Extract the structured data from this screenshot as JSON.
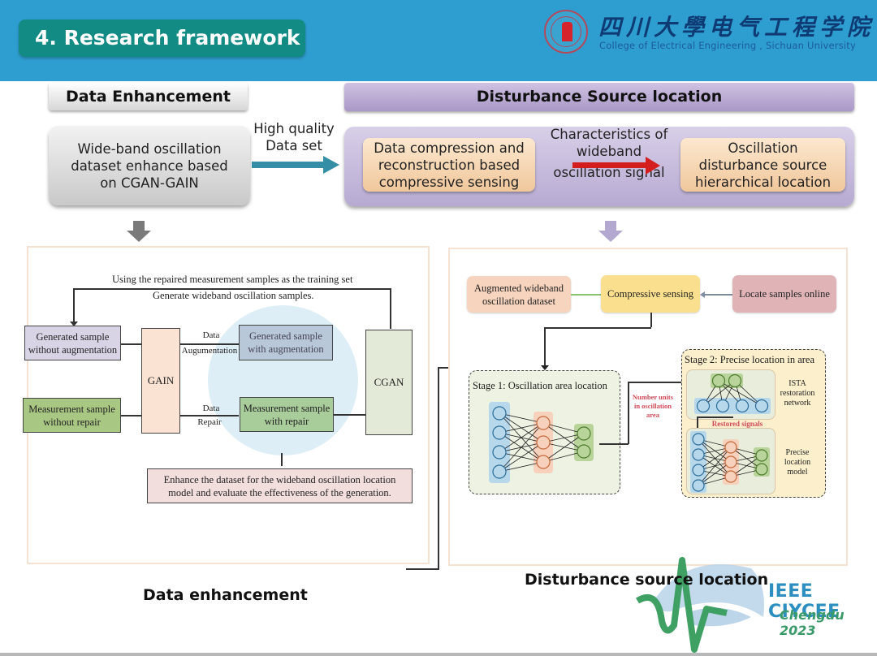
{
  "header": {
    "title": "4. Research framework",
    "school_cn": "四川大學电气工程学院",
    "school_en": "College of Electrical Engineering , Sichuan University",
    "bg_color": "#2e9ed0",
    "title_color": "#138b85"
  },
  "top": {
    "left_section_title": "Data Enhancement",
    "right_section_title": "Disturbance Source location",
    "left_box_lines": [
      "Wide-band oscillation",
      "dataset enhance based",
      "on CGAN-GAIN"
    ],
    "arrow_label_lines": [
      "High quality",
      "Data set"
    ],
    "right_box_1_lines": [
      "Data compression and",
      "reconstruction based",
      "compressive sensing"
    ],
    "middle_label_lines": [
      "Characteristics of",
      "wideband",
      "oscillation  signal"
    ],
    "right_box_2_lines": [
      "Oscillation",
      "disturbance source",
      "hierarchical location"
    ]
  },
  "left_diagram": {
    "loop_caption_1": "Using the repaired measurement samples as the training set",
    "loop_caption_2": "Generate wideband oscillation samples.",
    "generated_no_aug": [
      "Generated sample",
      "without augmentation"
    ],
    "measurement_no_repair": [
      "Measurement sample",
      "without repair"
    ],
    "gain": "GAIN",
    "cgan": "CGAN",
    "data_aug_label": [
      "Data",
      "Augumentation"
    ],
    "data_repair_label": [
      "Data",
      "Repair"
    ],
    "generated_with_aug": [
      "Generated sample",
      "with augmentation"
    ],
    "measurement_with_repair": [
      "Measurement sample",
      "with repair"
    ],
    "result_box": [
      "Enhance the dataset for the wideband oscillation location",
      "model and evaluate the effectiveness of the generation."
    ],
    "caption": "Data enhancement"
  },
  "right_diagram": {
    "augmented_dataset": [
      "Augmented wideband",
      "oscillation dataset"
    ],
    "compressive_sensing": "Compressive sensing",
    "locate_online": "Locate samples online",
    "stage1_title": "Stage 1: Oscillation area location",
    "stage2_title": "Stage 2: Precise location in area",
    "number_units_label": [
      "Number units",
      "in oscillation",
      "area"
    ],
    "restored_signals": "Restored signals",
    "ista_label": [
      "ISTA",
      "restoration",
      "network"
    ],
    "precise_label": [
      "Precise",
      "location",
      "model"
    ],
    "caption": "Disturbance source location"
  },
  "footer_logo": {
    "name": "IEEE CIYCEE",
    "sub": "Chengdu 2023"
  }
}
